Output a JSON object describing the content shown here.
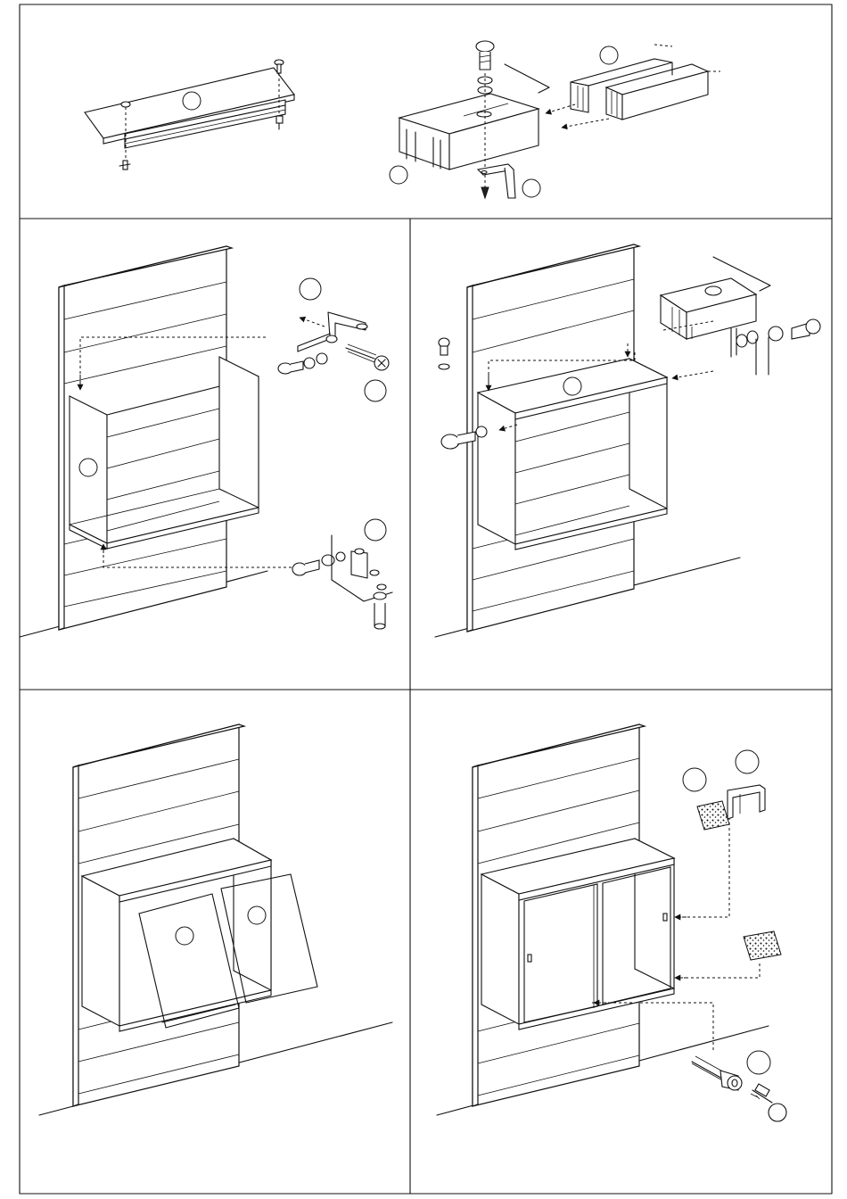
{
  "document": {
    "type": "assembly-instructions",
    "layout": "five-panel grid",
    "panels": [
      {
        "id": "step-1",
        "description_visible": false
      },
      {
        "id": "step-2",
        "description_visible": false
      },
      {
        "id": "step-3",
        "description_visible": false
      },
      {
        "id": "step-4",
        "description_visible": false
      },
      {
        "id": "step-5",
        "description_visible": false
      }
    ],
    "callouts": [
      "",
      "",
      "",
      "",
      "",
      "",
      "",
      "",
      "",
      "",
      "",
      "",
      "",
      "",
      "",
      ""
    ],
    "colors": {
      "line": "#111111",
      "background": "#ffffff"
    }
  }
}
